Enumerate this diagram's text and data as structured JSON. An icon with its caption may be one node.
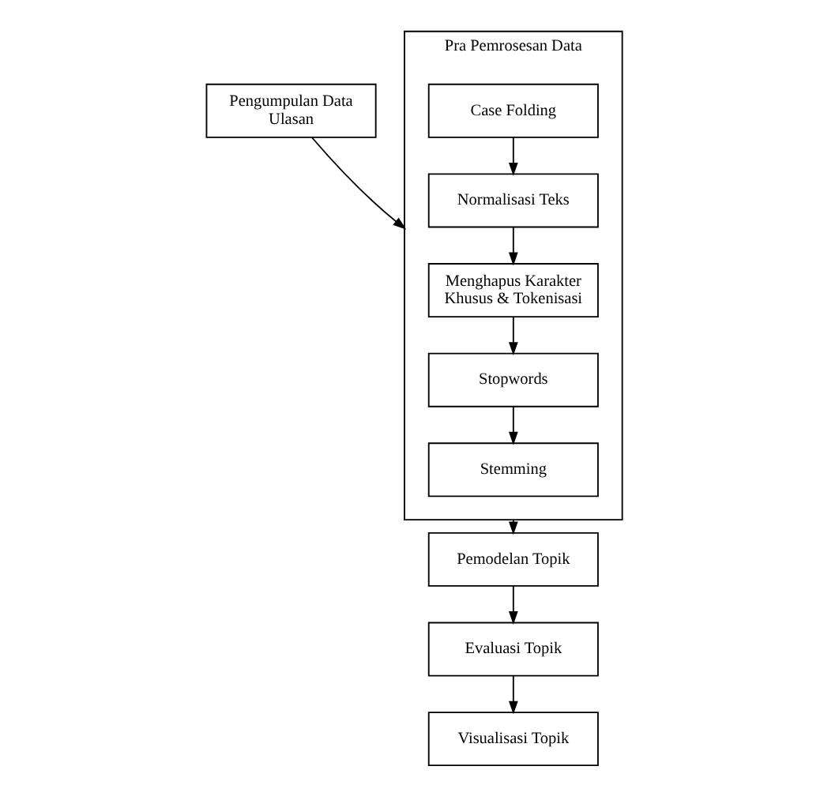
{
  "diagram": {
    "nodes": [
      {
        "text": [
          "Pengumpulan Data Ulasan"
        ]
      },
      {
        "text": [
          "Pra Pemrosesan Data"
        ]
      },
      {
        "text": [
          "Case Folding"
        ],
        "in": 1
      },
      {
        "text": [
          "Normalisasi Teks"
        ],
        "in": 1
      },
      {
        "text": [
          "Menghapus Karakter Khusus & Tokenisasi"
        ],
        "in": 1
      },
      {
        "text": [
          "Stopwords"
        ],
        "in": 1
      },
      {
        "text": [
          "Stemming"
        ],
        "in": 1
      },
      {
        "text": [
          "Pemodelan Topik"
        ]
      },
      {
        "text": [
          "Evaluasi Topik"
        ]
      },
      {
        "text": [
          "Visualisasi Topik"
        ]
      }
    ],
    "edges": [
      {
        "from": 0,
        "to": 1,
        "arrow": "to"
      },
      {
        "from": 2,
        "to": 3,
        "arrow": "to"
      },
      {
        "from": 3,
        "to": 4,
        "arrow": "to"
      },
      {
        "from": 4,
        "to": 5,
        "arrow": "to"
      },
      {
        "from": 5,
        "to": 6,
        "arrow": "to"
      },
      {
        "from": 1,
        "to": 7,
        "arrow": "to"
      },
      {
        "from": 7,
        "to": 8,
        "arrow": "to"
      },
      {
        "from": 8,
        "to": 9,
        "arrow": "to"
      }
    ]
  }
}
